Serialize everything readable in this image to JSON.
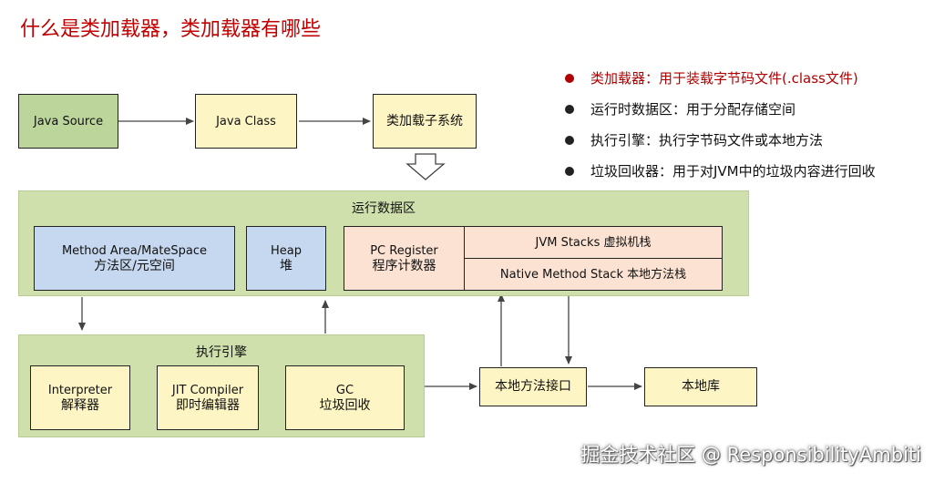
{
  "title": "什么是类加载器，类加载器有哪些",
  "top_row": {
    "java_source": "Java Source",
    "java_class": "Java Class",
    "class_loader": "类加载子系统"
  },
  "runtime_area": {
    "title": "运行数据区",
    "method_area": {
      "line1": "Method Area/MateSpace",
      "line2": "方法区/元空间"
    },
    "heap": {
      "line1": "Heap",
      "line2": "堆"
    },
    "pc_register": {
      "line1": "PC Register",
      "line2": "程序计数器"
    },
    "jvm_stacks": "JVM Stacks 虚拟机栈",
    "native_stack": "Native Method Stack 本地方法栈"
  },
  "execution_engine": {
    "title": "执行引擎",
    "interpreter": {
      "line1": "Interpreter",
      "line2": "解释器"
    },
    "jit": {
      "line1": "JIT Compiler",
      "line2": "即时编辑器"
    },
    "gc": {
      "line1": "GC",
      "line2": "垃圾回收"
    }
  },
  "native_interface": "本地方法接口",
  "native_library": "本地库",
  "bullets": [
    "类加载器：用于装载字节码文件(.class文件)",
    "运行时数据区：用于分配存储空间",
    "执行引擎：执行字节码文件或本地方法",
    "垃圾回收器：用于对JVM中的垃圾内容进行回收"
  ],
  "watermark": "掘金技术社区 @ ResponsibilityAmbiti",
  "colors": {
    "title_red": "#c00000",
    "green_fill": "#bcd59b",
    "panel_green": "#cfe0ad",
    "yellow_fill": "#fdf5c4",
    "blue_fill": "#c6d8ef",
    "peach_fill": "#fbe2d2"
  }
}
